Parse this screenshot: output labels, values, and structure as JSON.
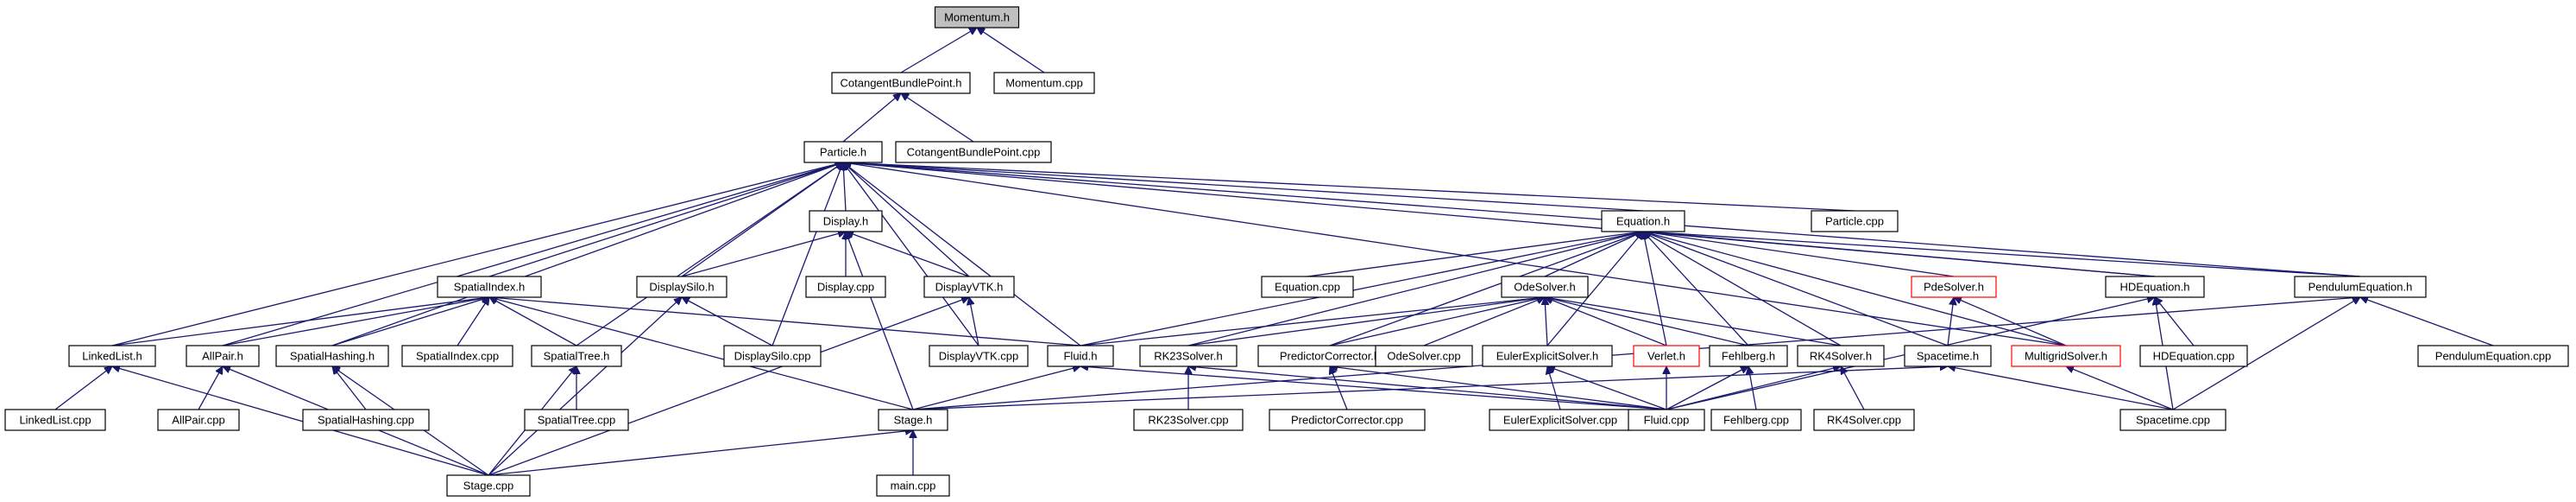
{
  "graph": {
    "colors": {
      "edge": "#191970",
      "root_fill": "#bfbfbf",
      "missing_border": "#ff0000"
    },
    "nodes": [
      {
        "id": "momentum_h",
        "label": "Momentum.h",
        "style": "root"
      },
      {
        "id": "cotangent_h",
        "label": "CotangentBundlePoint.h"
      },
      {
        "id": "momentum_cpp",
        "label": "Momentum.cpp"
      },
      {
        "id": "particle_h",
        "label": "Particle.h"
      },
      {
        "id": "cotangent_cpp",
        "label": "CotangentBundlePoint.cpp"
      },
      {
        "id": "display_h",
        "label": "Display.h"
      },
      {
        "id": "particle_cpp",
        "label": "Particle.cpp"
      },
      {
        "id": "equation_h",
        "label": "Equation.h"
      },
      {
        "id": "spatialindex_h",
        "label": "SpatialIndex.h"
      },
      {
        "id": "displaysilo_h",
        "label": "DisplaySilo.h"
      },
      {
        "id": "display_cpp",
        "label": "Display.cpp"
      },
      {
        "id": "displayvtk_h",
        "label": "DisplayVTK.h"
      },
      {
        "id": "equation_cpp",
        "label": "Equation.cpp"
      },
      {
        "id": "odesolver_h",
        "label": "OdeSolver.h"
      },
      {
        "id": "pdesolver_h",
        "label": "PdeSolver.h",
        "style": "red"
      },
      {
        "id": "hdequation_h",
        "label": "HDEquation.h"
      },
      {
        "id": "pendulumequation_h",
        "label": "PendulumEquation.h"
      },
      {
        "id": "linkedlist_h",
        "label": "LinkedList.h"
      },
      {
        "id": "allpair_h",
        "label": "AllPair.h"
      },
      {
        "id": "spatialhashing_h",
        "label": "SpatialHashing.h"
      },
      {
        "id": "spatialindex_cpp",
        "label": "SpatialIndex.cpp"
      },
      {
        "id": "spatialtree_h",
        "label": "SpatialTree.h"
      },
      {
        "id": "displaysilo_cpp",
        "label": "DisplaySilo.cpp"
      },
      {
        "id": "displayvtk_cpp",
        "label": "DisplayVTK.cpp"
      },
      {
        "id": "fluid_h",
        "label": "Fluid.h"
      },
      {
        "id": "rk23solver_h",
        "label": "RK23Solver.h"
      },
      {
        "id": "predictorcorrector_h",
        "label": "PredictorCorrector.h"
      },
      {
        "id": "odesolver_cpp",
        "label": "OdeSolver.cpp"
      },
      {
        "id": "eulerexplicit_h",
        "label": "EulerExplicitSolver.h"
      },
      {
        "id": "verlet_h",
        "label": "Verlet.h",
        "style": "red"
      },
      {
        "id": "fehlberg_h",
        "label": "Fehlberg.h"
      },
      {
        "id": "rk4solver_h",
        "label": "RK4Solver.h"
      },
      {
        "id": "spacetime_h",
        "label": "Spacetime.h"
      },
      {
        "id": "multigrid_h",
        "label": "MultigridSolver.h",
        "style": "red"
      },
      {
        "id": "hdequation_cpp",
        "label": "HDEquation.cpp"
      },
      {
        "id": "pendulumequation_cpp",
        "label": "PendulumEquation.cpp"
      },
      {
        "id": "linkedlist_cpp",
        "label": "LinkedList.cpp"
      },
      {
        "id": "allpair_cpp",
        "label": "AllPair.cpp"
      },
      {
        "id": "spatialhashing_cpp",
        "label": "SpatialHashing.cpp"
      },
      {
        "id": "spatialtree_cpp",
        "label": "SpatialTree.cpp"
      },
      {
        "id": "stage_h",
        "label": "Stage.h"
      },
      {
        "id": "rk23solver_cpp",
        "label": "RK23Solver.cpp"
      },
      {
        "id": "predictorcorrector_cpp",
        "label": "PredictorCorrector.cpp"
      },
      {
        "id": "eulerexplicit_cpp",
        "label": "EulerExplicitSolver.cpp"
      },
      {
        "id": "fluid_cpp",
        "label": "Fluid.cpp"
      },
      {
        "id": "fehlberg_cpp",
        "label": "Fehlberg.cpp"
      },
      {
        "id": "rk4solver_cpp",
        "label": "RK4Solver.cpp"
      },
      {
        "id": "spacetime_cpp",
        "label": "Spacetime.cpp"
      },
      {
        "id": "stage_cpp",
        "label": "Stage.cpp"
      },
      {
        "id": "main_cpp",
        "label": "main.cpp"
      }
    ],
    "edges": [
      [
        "momentum_h",
        "cotangent_h"
      ],
      [
        "momentum_h",
        "momentum_cpp"
      ],
      [
        "cotangent_h",
        "particle_h"
      ],
      [
        "cotangent_h",
        "cotangent_cpp"
      ],
      [
        "particle_h",
        "display_h"
      ],
      [
        "particle_h",
        "particle_cpp"
      ],
      [
        "particle_h",
        "equation_h"
      ],
      [
        "particle_h",
        "spatialindex_h"
      ],
      [
        "particle_h",
        "displaysilo_h"
      ],
      [
        "particle_h",
        "displayvtk_h"
      ],
      [
        "particle_h",
        "linkedlist_h"
      ],
      [
        "particle_h",
        "allpair_h"
      ],
      [
        "particle_h",
        "spatialhashing_h"
      ],
      [
        "particle_h",
        "spatialtree_h"
      ],
      [
        "particle_h",
        "displaysilo_cpp"
      ],
      [
        "particle_h",
        "displayvtk_cpp"
      ],
      [
        "particle_h",
        "fluid_h"
      ],
      [
        "particle_h",
        "hdequation_h"
      ],
      [
        "particle_h",
        "pendulumequation_h"
      ],
      [
        "particle_h",
        "multigrid_h"
      ],
      [
        "display_h",
        "displaysilo_h"
      ],
      [
        "display_h",
        "display_cpp"
      ],
      [
        "display_h",
        "displayvtk_h"
      ],
      [
        "display_h",
        "stage_h"
      ],
      [
        "displaysilo_h",
        "displaysilo_cpp"
      ],
      [
        "displaysilo_h",
        "stage_cpp"
      ],
      [
        "displayvtk_h",
        "displayvtk_cpp"
      ],
      [
        "displayvtk_h",
        "stage_cpp"
      ],
      [
        "equation_h",
        "equation_cpp"
      ],
      [
        "equation_h",
        "odesolver_h"
      ],
      [
        "equation_h",
        "pdesolver_h"
      ],
      [
        "equation_h",
        "hdequation_h"
      ],
      [
        "equation_h",
        "pendulumequation_h"
      ],
      [
        "equation_h",
        "fluid_h"
      ],
      [
        "equation_h",
        "rk23solver_h"
      ],
      [
        "equation_h",
        "predictorcorrector_h"
      ],
      [
        "equation_h",
        "eulerexplicit_h"
      ],
      [
        "equation_h",
        "verlet_h"
      ],
      [
        "equation_h",
        "fehlberg_h"
      ],
      [
        "equation_h",
        "rk4solver_h"
      ],
      [
        "equation_h",
        "spacetime_h"
      ],
      [
        "equation_h",
        "multigrid_h"
      ],
      [
        "odesolver_h",
        "odesolver_cpp"
      ],
      [
        "odesolver_h",
        "fluid_h"
      ],
      [
        "odesolver_h",
        "rk23solver_h"
      ],
      [
        "odesolver_h",
        "predictorcorrector_h"
      ],
      [
        "odesolver_h",
        "eulerexplicit_h"
      ],
      [
        "odesolver_h",
        "verlet_h"
      ],
      [
        "odesolver_h",
        "fehlberg_h"
      ],
      [
        "odesolver_h",
        "rk4solver_h"
      ],
      [
        "pdesolver_h",
        "spacetime_h"
      ],
      [
        "pdesolver_h",
        "multigrid_h"
      ],
      [
        "hdequation_h",
        "hdequation_cpp"
      ],
      [
        "hdequation_h",
        "fluid_cpp"
      ],
      [
        "hdequation_h",
        "spacetime_cpp"
      ],
      [
        "pendulumequation_h",
        "pendulumequation_cpp"
      ],
      [
        "pendulumequation_h",
        "spacetime_cpp"
      ],
      [
        "pendulumequation_h",
        "stage_h"
      ],
      [
        "spatialindex_h",
        "linkedlist_h"
      ],
      [
        "spatialindex_h",
        "allpair_h"
      ],
      [
        "spatialindex_h",
        "spatialhashing_h"
      ],
      [
        "spatialindex_h",
        "spatialindex_cpp"
      ],
      [
        "spatialindex_h",
        "spatialtree_h"
      ],
      [
        "spatialindex_h",
        "stage_h"
      ],
      [
        "spatialindex_h",
        "fluid_h"
      ],
      [
        "linkedlist_h",
        "linkedlist_cpp"
      ],
      [
        "linkedlist_h",
        "stage_cpp"
      ],
      [
        "allpair_h",
        "allpair_cpp"
      ],
      [
        "allpair_h",
        "stage_cpp"
      ],
      [
        "spatialhashing_h",
        "spatialhashing_cpp"
      ],
      [
        "spatialhashing_h",
        "stage_cpp"
      ],
      [
        "spatialtree_h",
        "spatialtree_cpp"
      ],
      [
        "spatialtree_h",
        "stage_cpp"
      ],
      [
        "fluid_h",
        "stage_h"
      ],
      [
        "fluid_h",
        "fluid_cpp"
      ],
      [
        "rk23solver_h",
        "rk23solver_cpp"
      ],
      [
        "rk23solver_h",
        "fluid_cpp"
      ],
      [
        "predictorcorrector_h",
        "predictorcorrector_cpp"
      ],
      [
        "predictorcorrector_h",
        "fluid_cpp"
      ],
      [
        "eulerexplicit_h",
        "eulerexplicit_cpp"
      ],
      [
        "eulerexplicit_h",
        "fluid_cpp"
      ],
      [
        "verlet_h",
        "fluid_cpp"
      ],
      [
        "fehlberg_h",
        "fehlberg_cpp"
      ],
      [
        "fehlberg_h",
        "fluid_cpp"
      ],
      [
        "rk4solver_h",
        "rk4solver_cpp"
      ],
      [
        "rk4solver_h",
        "fluid_cpp"
      ],
      [
        "spacetime_h",
        "spacetime_cpp"
      ],
      [
        "spacetime_h",
        "stage_h"
      ],
      [
        "multigrid_h",
        "spacetime_cpp"
      ],
      [
        "stage_h",
        "stage_cpp"
      ],
      [
        "stage_h",
        "main_cpp"
      ]
    ]
  }
}
